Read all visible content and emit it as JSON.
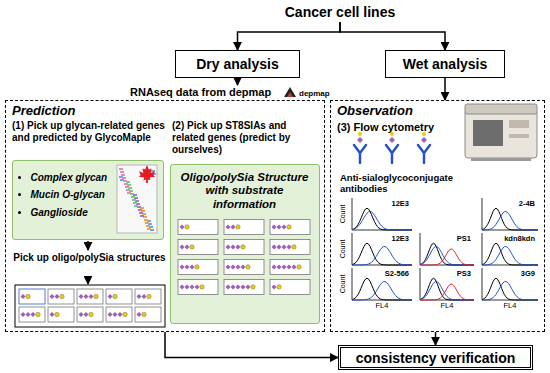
{
  "diagram": {
    "nodes": [
      {
        "text": [
          "Cancer cell lines"
        ]
      },
      {
        "text": [
          "Dry analysis"
        ]
      },
      {
        "text": [
          "Wet analysis"
        ]
      },
      {
        "text": [
          "Prediction"
        ]
      },
      {
        "text": [
          "Observation"
        ]
      },
      {
        "text": [
          "Complex glycan",
          "Mucin O-glycan",
          "Ganglioside"
        ],
        "in": 3
      },
      {
        "text": [
          "Oligo/polySia Structure with substrate information"
        ],
        "in": 3
      },
      {
        "text": [
          "consistency verification"
        ]
      }
    ],
    "edges": [
      {
        "from": 0,
        "to": 1,
        "arrow": "to"
      },
      {
        "from": 0,
        "to": 2,
        "arrow": "to"
      },
      {
        "from": 2,
        "to": 4,
        "arrow": "to"
      },
      {
        "from": 3,
        "to": 7,
        "arrow": "to"
      },
      {
        "from": 4,
        "to": 7,
        "arrow": "to"
      }
    ],
    "labels": [
      "RNAseq data from depmap",
      "depmap",
      "(1) Pick up glycan-related genes and predicted by GlycoMaple",
      "(2) Pick up ST8SIAs and related genes (predict by ourselves)",
      "Pick up oligo/polySia structures",
      "(3) Flow cytometry",
      "Anti-sialoglycoconjugate antibodies",
      "12E3",
      "2-4B",
      "12E3",
      "PS1",
      "kdn8kdn",
      "S2-566",
      "PS3",
      "3G9",
      "Count",
      "Count",
      "Count",
      "FL4",
      "FL4",
      "FL4"
    ]
  }
}
